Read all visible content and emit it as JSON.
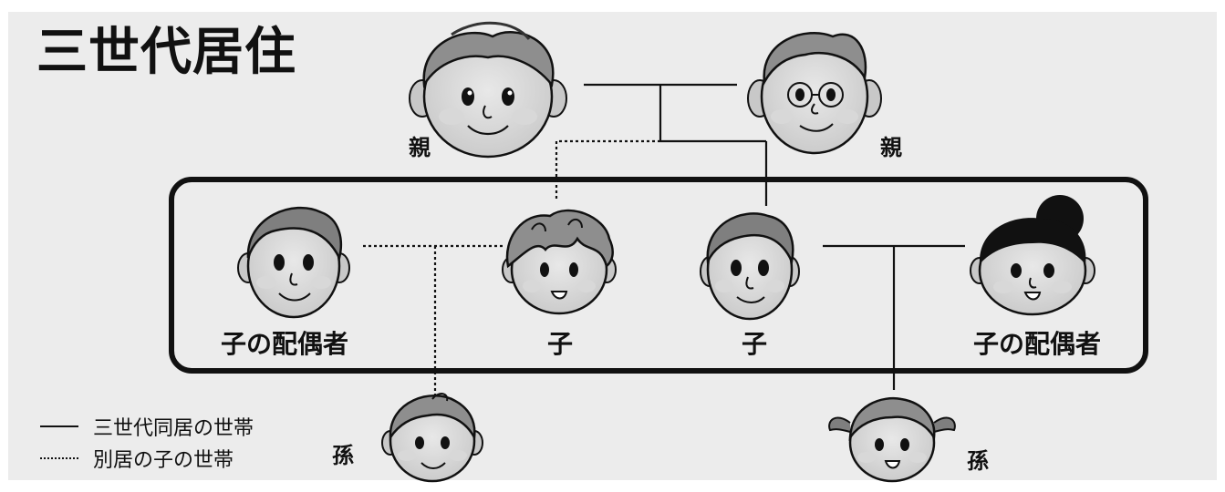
{
  "diagram": {
    "title": "三世代居住",
    "labels": {
      "parent_left": "親",
      "parent_right": "親",
      "spouse_left": "子の配偶者",
      "child_left": "子",
      "child_right": "子",
      "spouse_right": "子の配偶者",
      "grandchild_left": "孫",
      "grandchild_right": "孫"
    },
    "legend": {
      "solid": "三世代同居の世帯",
      "dotted": "別居の子の世帯"
    }
  }
}
